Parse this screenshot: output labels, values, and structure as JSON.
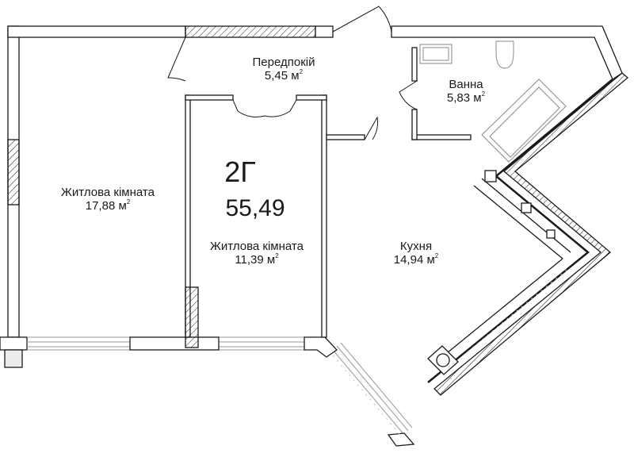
{
  "apartment": {
    "code": "2Г",
    "total_area": "55,49"
  },
  "rooms": {
    "living_1": {
      "name": "Житлова кімната",
      "area": "17,88 м",
      "unit_sup": "2"
    },
    "hallway": {
      "name": "Передпокій",
      "area": "5,45 м",
      "unit_sup": "2"
    },
    "bathroom": {
      "name": "Ванна",
      "area": "5,83 м",
      "unit_sup": "2"
    },
    "living_2": {
      "name": "Житлова кімната",
      "area": "11,39 м",
      "unit_sup": "2"
    },
    "kitchen": {
      "name": "Кухня",
      "area": "14,94 м",
      "unit_sup": "2"
    }
  },
  "colors": {
    "wall": "#1a1a1a",
    "hatch": "#1a1a1a",
    "window": "#9a9a9a",
    "fixture": "#8a8a8a",
    "background": "#ffffff"
  }
}
